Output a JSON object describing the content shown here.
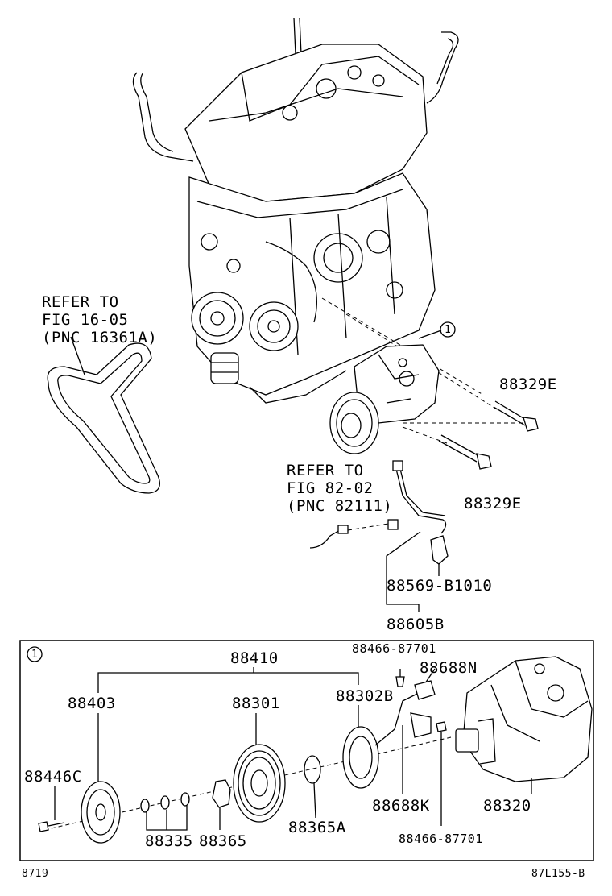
{
  "refer1": {
    "line1": "REFER TO",
    "line2": "FIG 16-05",
    "line3": "(PNC 16361A)"
  },
  "refer2": {
    "line1": "REFER TO",
    "line2": "FIG 82-02",
    "line3": "(PNC 82111)"
  },
  "callout_main": "1",
  "callout_box": "1",
  "parts": {
    "p88329E_top": "88329E",
    "p88329E_bottom": "88329E",
    "p88569": "88569-B1010",
    "p88605B": "88605B",
    "p88410": "88410",
    "p88403": "88403",
    "p88301": "88301",
    "p88302B": "88302B",
    "p88466_top": "88466-87701",
    "p88688N": "88688N",
    "p88446C": "88446C",
    "p88335": "88335",
    "p88365": "88365",
    "p88365A": "88365A",
    "p88688K": "88688K",
    "p88320": "88320",
    "p88466_bottom": "88466-87701"
  },
  "footer": {
    "left": "8719",
    "right": "87L155-B"
  }
}
